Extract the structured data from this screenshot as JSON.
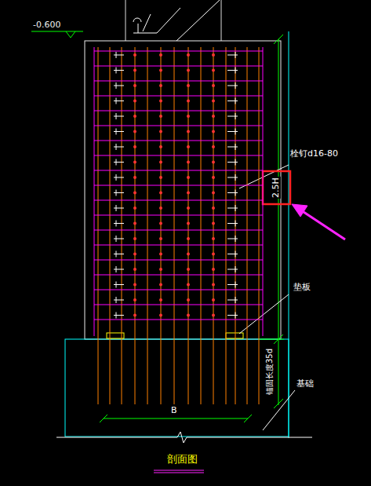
{
  "diagram": {
    "caption": "剖面图",
    "labels": [
      "-0.600",
      "栓钉d16-80",
      "2.5H",
      "垫板",
      "锚固长度35d",
      "基础",
      "B"
    ]
  }
}
